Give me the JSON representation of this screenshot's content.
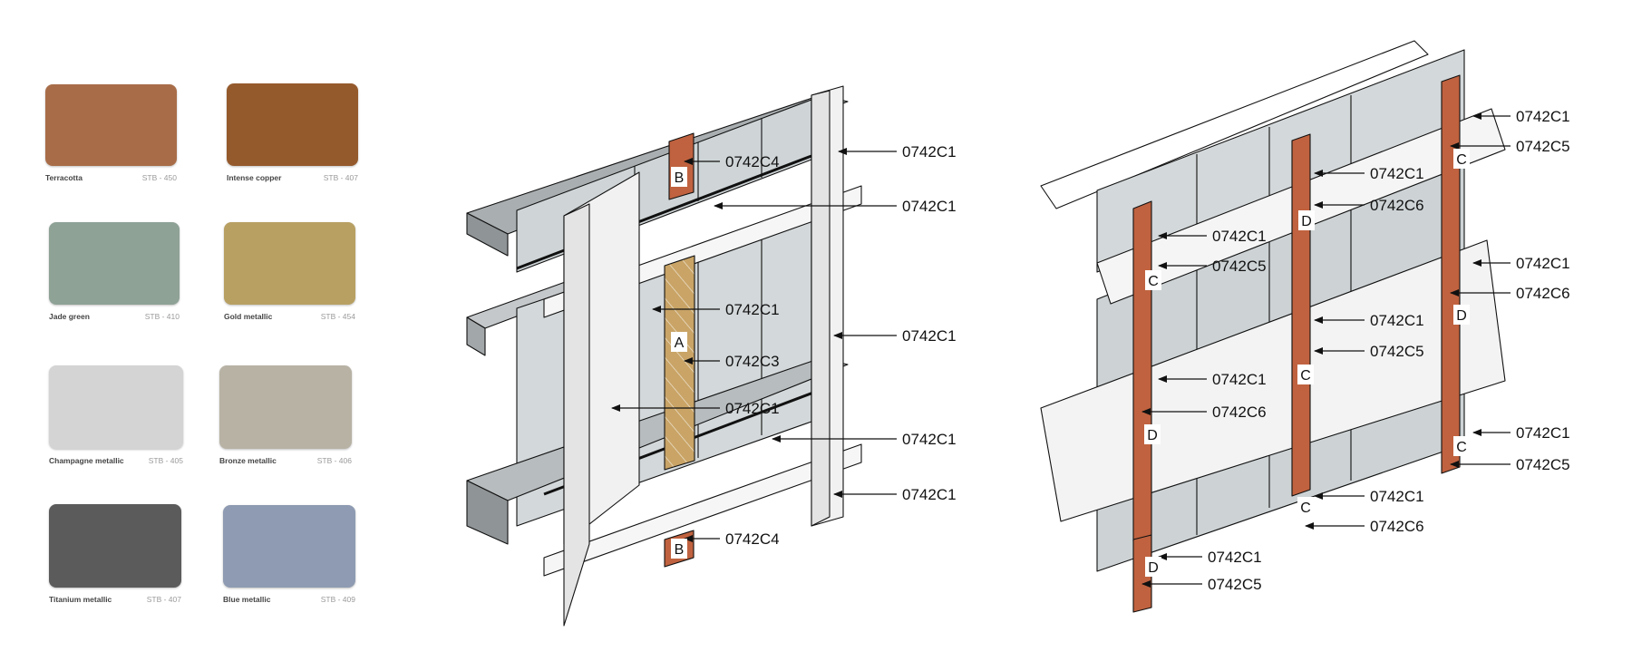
{
  "swatches": [
    {
      "name": "Terracotta",
      "code": "STB - 450",
      "color": "#a86d48"
    },
    {
      "name": "Intense copper",
      "code": "STB - 407",
      "color": "#955a2c"
    },
    {
      "name": "Jade green",
      "code": "STB - 410",
      "color": "#8ea296"
    },
    {
      "name": "Gold metallic",
      "code": "STB - 454",
      "color": "#b8a063"
    },
    {
      "name": "Champagne metallic",
      "code": "STB - 405",
      "color": "#d4d4d4"
    },
    {
      "name": "Bronze metallic",
      "code": "STB - 406",
      "color": "#b7b2a4"
    },
    {
      "name": "Titanium metallic",
      "code": "STB - 407",
      "color": "#5b5b5b"
    },
    {
      "name": "Blue metallic",
      "code": "STB - 409",
      "color": "#8e9bb2"
    }
  ],
  "colors": {
    "copper_panel": "#c0623f",
    "gold_panel": "#c9a466",
    "glass": "#d3d8da",
    "fin": "#f3f3f3",
    "line": "#111111"
  },
  "diagram_a": {
    "callouts": [
      "0742C1",
      "0742C1",
      "0742C1",
      "0742C1",
      "0742C1",
      "0742C4",
      "0742C1",
      "0742C3",
      "0742C1",
      "0742C4"
    ],
    "tags": [
      "B",
      "A",
      "B"
    ]
  },
  "diagram_b": {
    "callouts": [
      "0742C1",
      "0742C5",
      "0742C1",
      "0742C6",
      "0742C1",
      "0742C5",
      "0742C1",
      "0742C6",
      "0742C1",
      "0742C5",
      "0742C1",
      "0742C6",
      "0742C1",
      "0742C5",
      "0742C1",
      "0742C6",
      "0742C1",
      "0742C5"
    ],
    "tags": [
      "C",
      "D",
      "C",
      "D",
      "C",
      "D",
      "C",
      "C",
      "D"
    ]
  }
}
